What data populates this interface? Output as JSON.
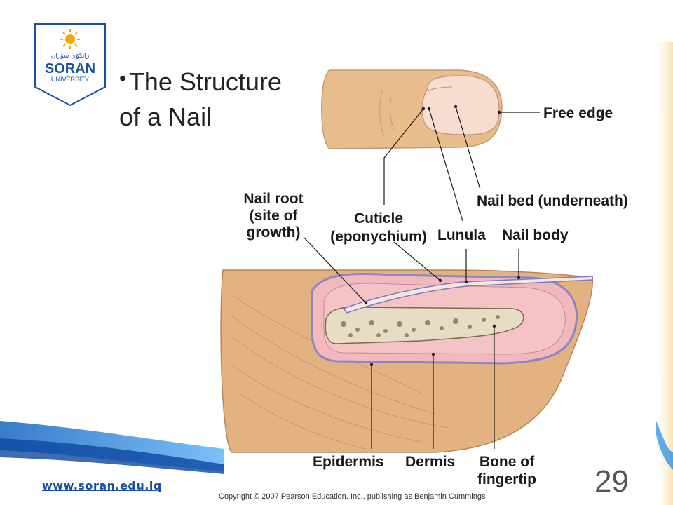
{
  "logo": {
    "arabic_text": "زانكۆی سۆران",
    "name": "SORAN",
    "subtitle": "UNIVERSITY"
  },
  "slide": {
    "title": "The Structure of a Nail",
    "page_number": "29",
    "url": "www.soran.edu.iq",
    "copyright": "Copyright © 2007 Pearson Education, Inc., publishing as Benjamin Cummings"
  },
  "labels": {
    "free_edge": "Free edge",
    "nail_bed": "Nail bed (underneath)",
    "nail_root_1": "Nail root",
    "nail_root_2": "(site of",
    "nail_root_3": "growth)",
    "cuticle_1": "Cuticle",
    "cuticle_2": "(eponychium)",
    "lunula": "Lunula",
    "nail_body": "Nail body",
    "epidermis": "Epidermis",
    "dermis": "Dermis",
    "bone_1": "Bone of",
    "bone_2": "fingertip"
  },
  "colors": {
    "skin": "#e7bd8e",
    "dermis": "#f2b9bd",
    "epidermis_line": "#8a86c8",
    "bone": "#e7dcc4",
    "brand_blue": "#1a4fa8"
  }
}
